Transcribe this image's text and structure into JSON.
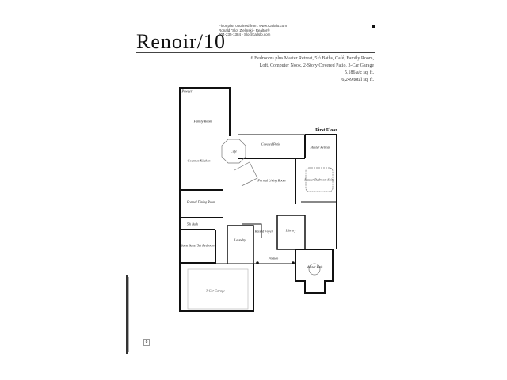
{
  "header": {
    "title": "Renoir/10",
    "credit_lines": [
      "Floor plan obtained from: www.CallSlo.com",
      "Ronald \"Slo\" Zielinski - Realtor®",
      "904-235-1384 - Slo@callslo.com"
    ],
    "description_lines": [
      "6 Bedrooms plus Master Retreat, 5½ Baths, Café, Family Room,",
      "Loft, Computer Nook, 2-Story Covered Patio, 3-Car Garage"
    ],
    "ac_sqft": "5,186 a/c sq. ft.",
    "total_sqft": "6,249 total sq. ft."
  },
  "plan": {
    "floor_label": "First Floor",
    "rooms": {
      "powder": "Powder",
      "family_room": "Family Room",
      "cafe": "Café",
      "gourmet_kitchen": "Gourmet Kitchen",
      "covered_patio": "Covered Patio",
      "master_retreat": "Master Retreat",
      "master_bedroom": "Master Bedroom Suite",
      "formal_living": "Formal Living Room",
      "formal_dining": "Formal Dining Room",
      "fifth_bath": "5th Bath",
      "guest_suite": "Guest Suite/ 5th Bedroom",
      "laundry": "Laundry",
      "raised_foyer": "Raised Foyer",
      "library": "Library",
      "portico": "Portico",
      "master_bath": "Master Bath",
      "garage": "3-Car Garage"
    }
  },
  "page_number": "8"
}
